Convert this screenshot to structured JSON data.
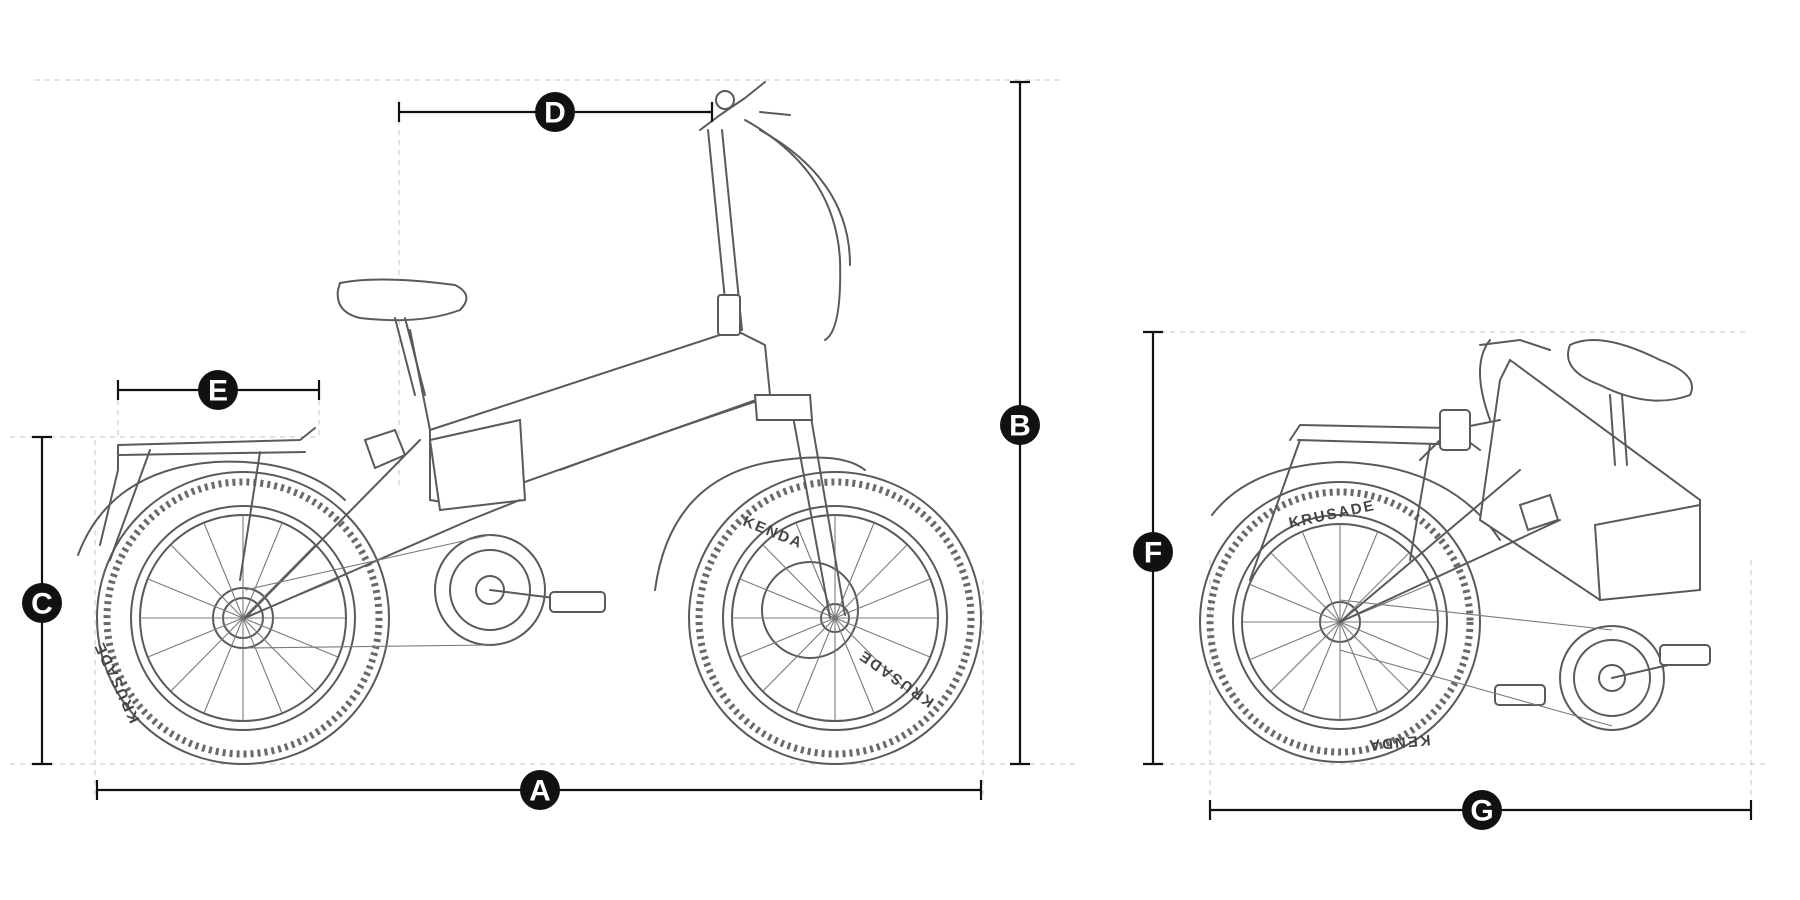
{
  "dimensions": {
    "A": "A",
    "B": "B",
    "C": "C",
    "D": "D",
    "E": "E",
    "F": "F",
    "G": "G"
  },
  "tire_brand": "KENDA",
  "tire_model": "KRUSADE"
}
